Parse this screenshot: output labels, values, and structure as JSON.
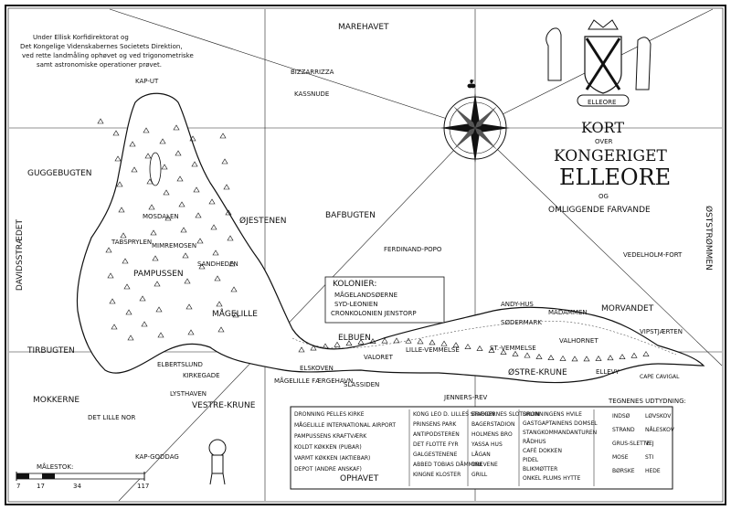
{
  "header_note": [
    "Under Ellisk Korfidirektorat og",
    "Det Kongelige Videnskabernes Societets Direktion,",
    "ved rette landmåling ophøvet og ved trigonometriske",
    "samt astronomiske operationer prøvet."
  ],
  "title": {
    "kort": "KORT",
    "over": "OVER",
    "kongeriget": "KONGERIGET",
    "elleore": "ELLEORE",
    "og": "OG",
    "farvande": "OMLIGGENDE FARVANDE"
  },
  "crest_label": "ELLEORE",
  "seas": {
    "north": "MAREHAVET",
    "south": "OPHAVET",
    "west": "DAVIDSSTRÆDET",
    "east": "ØSTSTRØMMEN",
    "bay1": "BAFBUGTEN",
    "bay2": "GUGGEBUGTEN",
    "bay3": "TIRBUGTEN",
    "elbuen": "ELBUEN",
    "vestre": "VESTRE-KRUNE",
    "ostre": "ØSTRE-KRUNE",
    "mokkerne": "MOKKERNE",
    "morvandet": "MORVANDET"
  },
  "places": {
    "kaput": "KAP-UT",
    "kapgoddag": "KAP-GODDAG",
    "bizzarrizza": "BIZZARRIZZA",
    "kassnude": "KASSNUDE",
    "ojestenen": "ØJESTENEN",
    "ferdinand": "FERDINAND-POPO",
    "vedelholm": "VEDELHOLM-FORT",
    "andyhus": "ANDY-HUS",
    "madammen": "MADAMMEN",
    "vipstjaerten": "VIPSTJÆRTEN",
    "valoret": "VALORET",
    "lillevemmelse": "LILLE-VEMMELSE",
    "elskoven": "ELSKOVEN",
    "slassiden": "SLASSIDEN",
    "hafnehavn": "MÅGELILLE FÆRGEHAVN",
    "jennersrev": "JENNERS-REV",
    "detlillenor": "DET LILLE NOR",
    "magelille": "MÅGELILLE",
    "pampussen": "PAMPUSSEN",
    "mosdalen": "MOSDALEN",
    "sandheden": "SANDHEDEN",
    "mimremosen": "MIMREMOSEN",
    "tabsprylen": "TABSPRYLEN",
    "elbertslund": "ELBERTSLUND",
    "kirkegade": "KIRKEGADE",
    "lysthaven": "LYSTHAVEN",
    "sodermark": "SØDERMARK",
    "sterremmelse": "ST.-VEMMELSE",
    "valhornet": "VALHORNET",
    "elllevy": "ELLEVY",
    "caperumpel": "CAPE CAVIGAL"
  },
  "colonies": {
    "heading": "KOLONIER:",
    "items": [
      "MÅGELANDSØERNE",
      "SYD-LEONIEN",
      "CRONKOLONIEN JENSTORP"
    ]
  },
  "scale": {
    "label": "MÅLESTOK:",
    "ticks": [
      "7",
      "17",
      "34",
      "117"
    ]
  },
  "legend_left": [
    "DRONNING PELLES KIRKE",
    "MÅGELILLE INTERNATIONAL AIRPORT",
    "PAMPUSSENS KRAFTVÆRK",
    "KOLDT KØKKEN (PUBAR)",
    "VARMT KØKKEN (AKTIEBAR)",
    "DEPOT (ANDRE ANSKAF)"
  ],
  "legend_mid": [
    "KONG LEO D. LILLES STADION",
    "PRINSENS PARK",
    "ANTIPODSTEREN",
    "DET FLOTTE FYR",
    "GALGESTENENE",
    "ABBED TOBIAS DÅMMINK",
    "KINGNE KLOSTER"
  ],
  "legend_mid2": [
    "BRÆGERNES SLOTSRUIN",
    "BAGERSTADION",
    "HOLMENS BRO",
    "YASSA HUS",
    "LÅGAN",
    "DREVENE",
    "GRILL"
  ],
  "legend_right": [
    "DRONNINGENS HVILE",
    "GASTGAPTAINENS DOMSEL",
    "STANGKOMMANDANTUREN",
    "RÅDHUS",
    "CAFÉ DOKKEN",
    "PIDEL",
    "BLIKMØTTER",
    "ONKEL PLUMS HYTTE"
  ],
  "legend_title": "TEGNENES UDTYDNING:",
  "legend_symbols": [
    "INDSØ",
    "LØVSKOV",
    "STRAND",
    "NÅLESKOV",
    "GRUS-SLETTE",
    "VEJ",
    "MOSE",
    "STI",
    "BØRSKE",
    "HEDE"
  ]
}
